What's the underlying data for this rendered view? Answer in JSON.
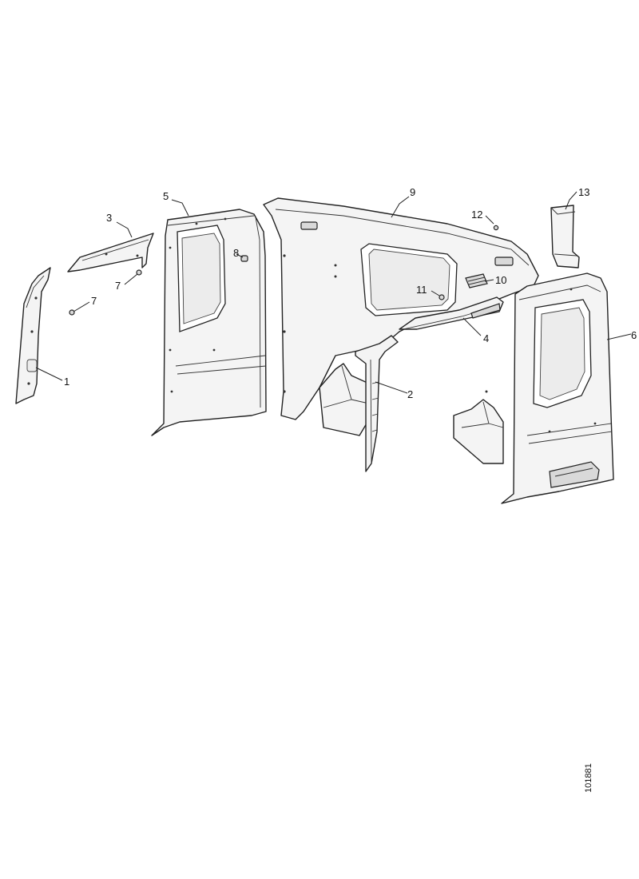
{
  "callouts": {
    "c1": "1",
    "c2": "2",
    "c3": "3",
    "c4": "4",
    "c5": "5",
    "c6": "6",
    "c7a": "7",
    "c7b": "7",
    "c8": "8",
    "c9": "9",
    "c10": "10",
    "c11": "11",
    "c12": "12",
    "c13": "13"
  },
  "document_number": "101881"
}
